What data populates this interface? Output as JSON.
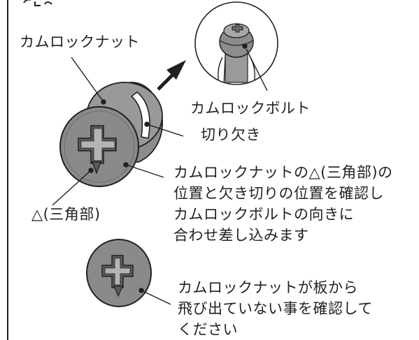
{
  "labels": {
    "cam_lock_nut": "カムロックナット",
    "cam_lock_bolt": "カムロックボルト",
    "notch": "切り欠き",
    "triangle_part": "△(三角部)"
  },
  "instructions": {
    "align": "カムロックナットの△(三角部)の\n位置と欠き切りの位置を確認し\nカムロックボルトの向きに\n合わせ差し込みます",
    "check": "カムロックナットが板から\n飛び出ていない事を確認して\nください"
  },
  "colors": {
    "ink": "#231f20",
    "metal": "#8c8c8c",
    "metal_dark": "#5a5a5a",
    "metal_light": "#b4b4b4"
  }
}
